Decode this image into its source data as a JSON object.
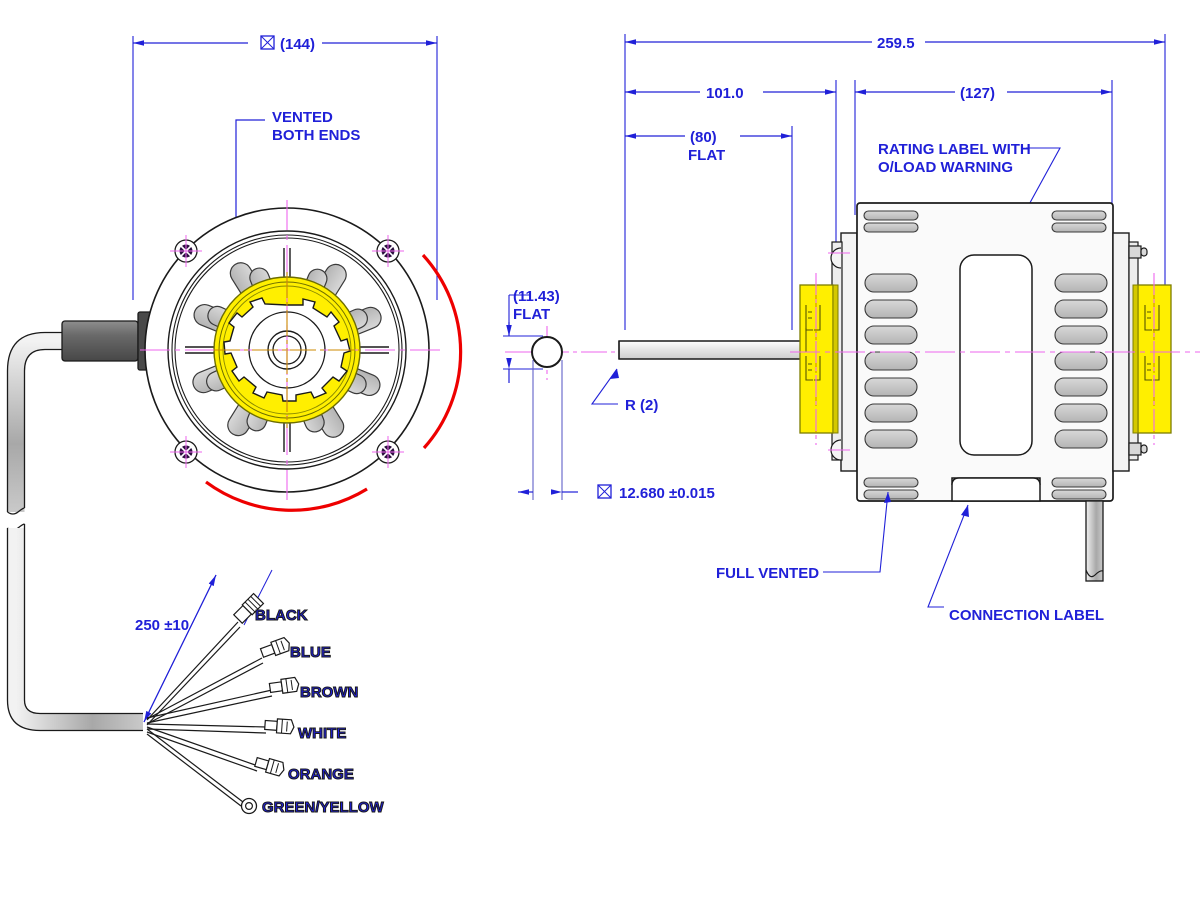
{
  "drawing": {
    "title": "Electric Motor Assembly Drawing",
    "colors": {
      "dimension_blue": "#2020d8",
      "centerline_magenta": "#ee66ee",
      "bracket_yellow": "#ffef00",
      "vent_grey": "#c0c0c0",
      "outline_black": "#111111",
      "highlight_red": "#ee0000",
      "cable_grey": "#b9b9b9",
      "gland_dark": "#555555"
    }
  },
  "front_view": {
    "diameter_dim": {
      "symbol": "⌀",
      "value": "(144)"
    },
    "notes": [
      {
        "line1": "VENTED",
        "line2": "BOTH ENDS"
      }
    ]
  },
  "shaft_detail": {
    "flat_dim": {
      "value": "(11.43)",
      "label": "FLAT"
    },
    "radius_note": "R (2)",
    "shaft_diameter": {
      "symbol": "⌀",
      "value": "12.680 ±0.015"
    }
  },
  "side_view": {
    "dims": [
      {
        "name": "overall-length",
        "value": "259.5"
      },
      {
        "name": "shaft-length",
        "value": "101.0"
      },
      {
        "name": "shaft-flat-length",
        "value": "(80)",
        "label": "FLAT"
      },
      {
        "name": "body-length",
        "value": "(127)"
      }
    ],
    "notes": [
      {
        "name": "rating-label-note",
        "line1": "RATING LABEL WITH",
        "line2": "O/LOAD WARNING"
      },
      {
        "name": "full-vented-note",
        "text": "FULL VENTED"
      },
      {
        "name": "connection-label-note",
        "text": "CONNECTION LABEL"
      }
    ]
  },
  "lead_wires": {
    "length_dim": "250 ±10",
    "items": [
      {
        "label": "BLACK",
        "terminal": "spade"
      },
      {
        "label": "BLUE",
        "terminal": "spade"
      },
      {
        "label": "BROWN",
        "terminal": "spade"
      },
      {
        "label": "WHITE",
        "terminal": "spade"
      },
      {
        "label": "ORANGE",
        "terminal": "spade"
      },
      {
        "label": "GREEN/YELLOW",
        "terminal": "ring"
      }
    ]
  }
}
